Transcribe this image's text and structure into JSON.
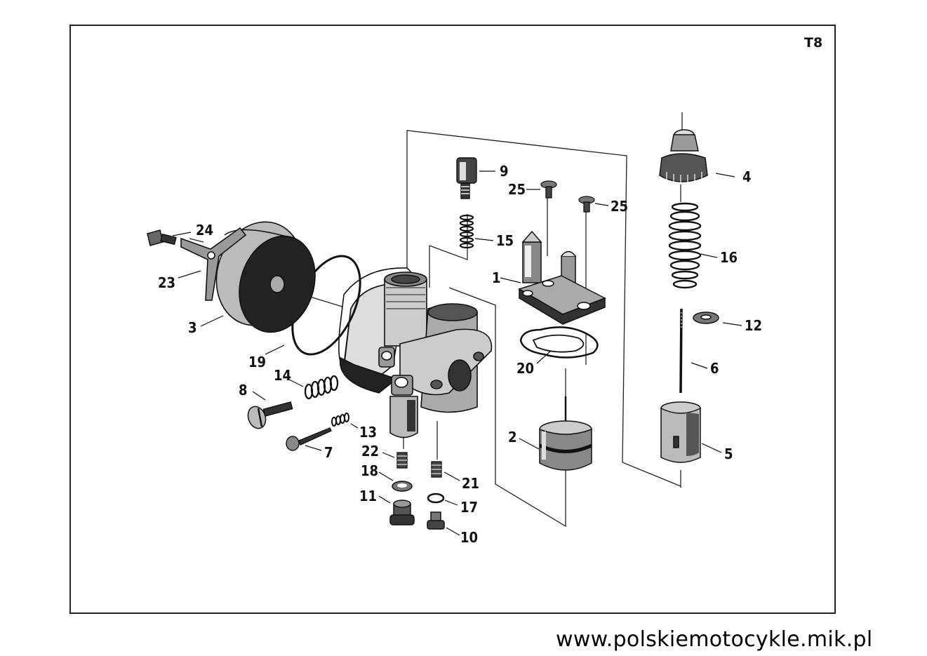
{
  "sheet_code": "T8",
  "footer_url": "www.polskiemotocykle.mik.pl",
  "callouts": {
    "c1": "1",
    "c2": "2",
    "c3": "3",
    "c4": "4",
    "c5": "5",
    "c6": "6",
    "c7": "7",
    "c8": "8",
    "c9": "9",
    "c10": "10",
    "c11": "11",
    "c12": "12",
    "c13": "13",
    "c14": "14",
    "c15": "15",
    "c16": "16",
    "c17": "17",
    "c18": "18",
    "c19": "19",
    "c20": "20",
    "c21": "21",
    "c22": "22",
    "c23": "23",
    "c24": "24",
    "c25a": "25",
    "c25b": "25"
  }
}
